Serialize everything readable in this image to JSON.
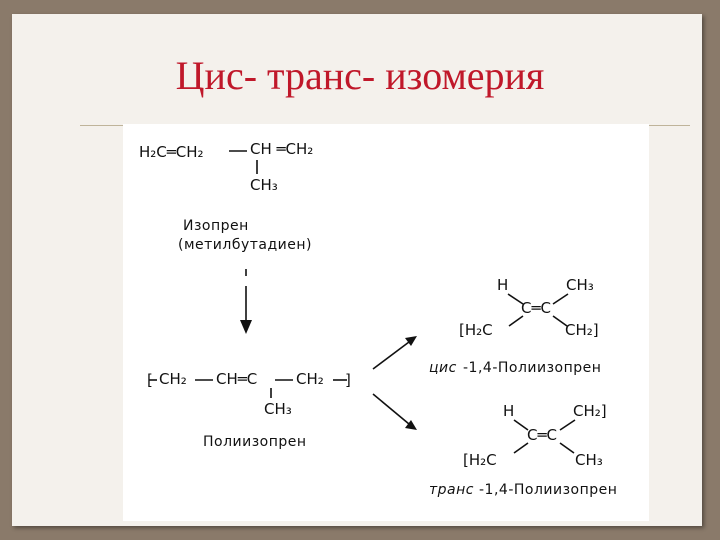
{
  "title": "Цис- транс- изомерия",
  "scheme": {
    "isoprene": {
      "left": "H₂C═CH₂",
      "right": "CH ═CH₂",
      "branch": "CH₃",
      "name": "Изопрен",
      "alt_name": "(метилбутадиен)"
    },
    "polyisoprene": {
      "open_bracket": "[",
      "left": "CH₂",
      "chain": "CH═C",
      "end": "CH₂",
      "close_bracket": "]",
      "branch": "CH₃",
      "name": "Полиизопрен"
    },
    "cis": {
      "h": "H",
      "ch3": "CH₃",
      "cc": "C═C",
      "left_group": "[H₂C",
      "right_group": "CH₂]",
      "prefix": "цис",
      "name": "-1,4-Полиизопрен"
    },
    "trans": {
      "h": "H",
      "ch2_top": "CH₂]",
      "cc": "C═C",
      "left_group": "[H₂C",
      "ch3": "CH₃",
      "prefix": "транс",
      "name": "-1,4-Полиизопрен"
    }
  }
}
